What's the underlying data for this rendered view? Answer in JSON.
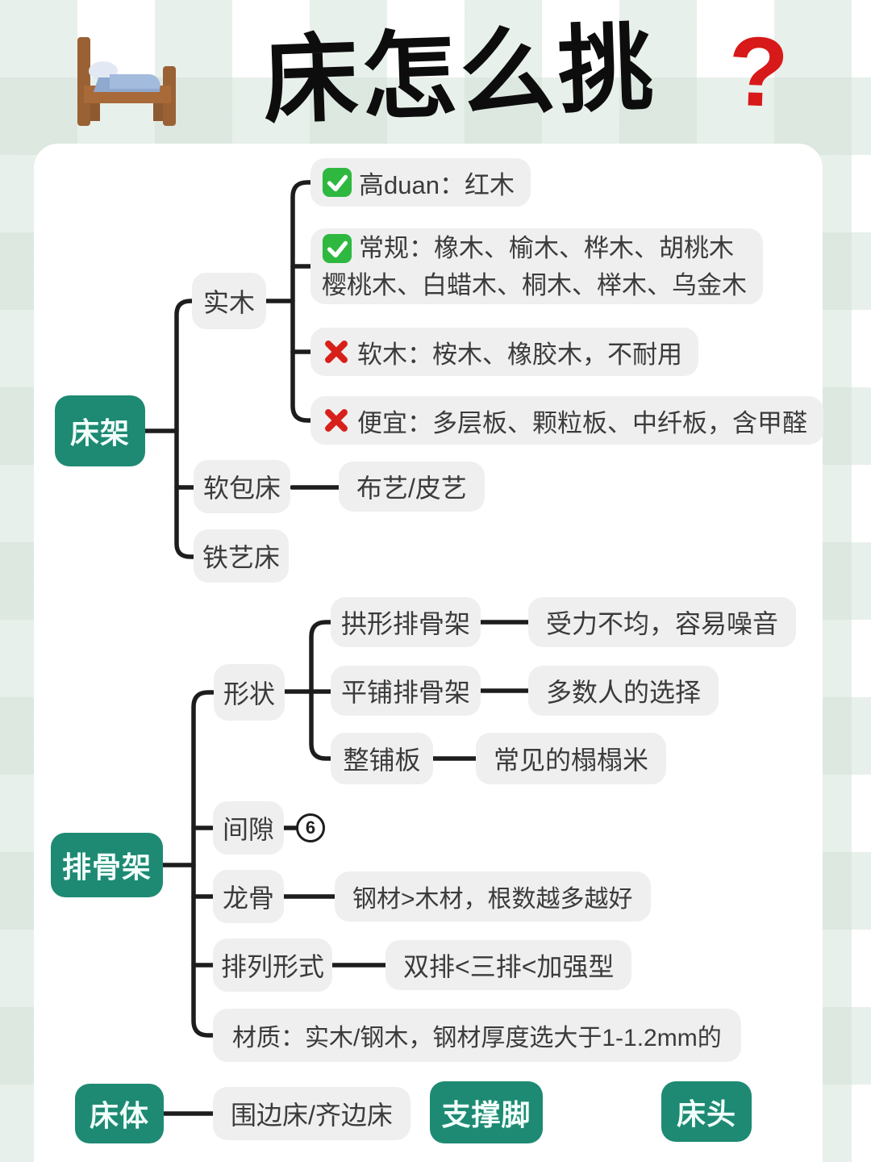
{
  "title": {
    "bed_emoji": "🛏️",
    "text": "床怎么挑",
    "question_mark": "?"
  },
  "palette": {
    "node_teal": "#1e8a73",
    "pill_gray": "#efefef",
    "line_black": "#1d1d1d",
    "check_green": "#2eb840",
    "cross_red": "#d7201a",
    "title_red": "#d7191a"
  },
  "bed_frame": {
    "root": "床架",
    "solid_wood": {
      "label": "实木",
      "items": [
        {
          "icon": "check",
          "line1": "高duan：红木"
        },
        {
          "icon": "check",
          "line1": "常规：橡木、榆木、桦木、胡桃木",
          "line2": "樱桃木、白蜡木、桐木、榉木、乌金木"
        },
        {
          "icon": "cross",
          "line1": "软木：桉木、橡胶木，不耐用"
        },
        {
          "icon": "cross",
          "line1": "便宜：多层板、颗粒板、中纤板，含甲醛"
        }
      ]
    },
    "soft_bed": {
      "label": "软包床",
      "detail": "布艺/皮艺"
    },
    "iron_bed": {
      "label": "铁艺床"
    }
  },
  "slat_frame": {
    "root": "排骨架",
    "shape": {
      "label": "形状",
      "rows": [
        {
          "type": "拱形排骨架",
          "note": "受力不均，容易噪音"
        },
        {
          "type": "平铺排骨架",
          "note": "多数人的选择"
        },
        {
          "type": "整铺板",
          "note": "常见的榻榻米"
        }
      ]
    },
    "gap": {
      "label": "间隙",
      "badge": "6"
    },
    "keel": {
      "label": "龙骨",
      "note": "钢材>木材，根数越多越好"
    },
    "arrangement": {
      "label": "排列形式",
      "note": "双排<三排<加强型"
    },
    "material": {
      "label": "材质：实木/钢木，钢材厚度选大于1-1.2mm的"
    }
  },
  "bottom": {
    "bed_body": {
      "label": "床体",
      "detail": "围边床/齐边床"
    },
    "support_leg": {
      "label": "支撑脚"
    },
    "headboard": {
      "label": "床头"
    }
  }
}
